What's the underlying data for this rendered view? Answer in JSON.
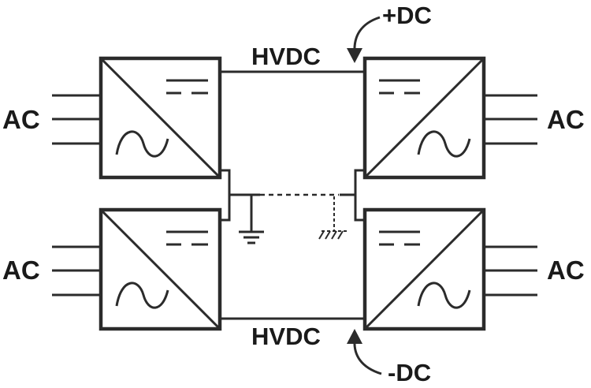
{
  "diagram": {
    "labels": {
      "ac_top_left": "AC",
      "ac_bottom_left": "AC",
      "ac_top_right": "AC",
      "ac_bottom_right": "AC",
      "hvdc_top": "HVDC",
      "hvdc_bottom": "HVDC",
      "plus_dc": "+DC",
      "minus_dc": "-DC"
    },
    "converters": [
      {
        "id": "top-left",
        "ac_side": "left",
        "dc_side": "right"
      },
      {
        "id": "bottom-left",
        "ac_side": "left",
        "dc_side": "right"
      },
      {
        "id": "top-right",
        "ac_side": "right",
        "dc_side": "left"
      },
      {
        "id": "bottom-right",
        "ac_side": "right",
        "dc_side": "left"
      }
    ],
    "colors": {
      "line": "#2b2b2b",
      "background": "#ffffff"
    }
  }
}
